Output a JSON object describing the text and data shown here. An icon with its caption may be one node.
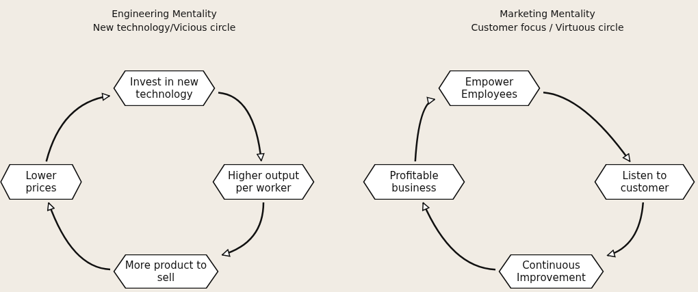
{
  "diagram": {
    "nodes": [
      {
        "text": [
          "Invest in new technology"
        ]
      },
      {
        "text": [
          "Higher output per worker"
        ]
      },
      {
        "text": [
          "More product to sell"
        ]
      },
      {
        "text": [
          "Lower prices"
        ]
      },
      {
        "text": [
          "Empower Employees"
        ]
      },
      {
        "text": [
          "Listen to customer"
        ]
      },
      {
        "text": [
          "Continuous Improvement"
        ]
      },
      {
        "text": [
          "Profitable business"
        ]
      }
    ],
    "edges": [
      {
        "from": 0,
        "to": 1,
        "arrow": "to"
      },
      {
        "from": 1,
        "to": 2,
        "arrow": "to"
      },
      {
        "from": 2,
        "to": 3,
        "arrow": "to"
      },
      {
        "from": 3,
        "to": 0,
        "arrow": "to"
      },
      {
        "from": 4,
        "to": 5,
        "arrow": "to"
      },
      {
        "from": 5,
        "to": 6,
        "arrow": "to"
      },
      {
        "from": 6,
        "to": 7,
        "arrow": "to"
      },
      {
        "from": 7,
        "to": 4,
        "arrow": "to"
      }
    ],
    "labels": [
      "Engineering Mentality",
      "New technology/Vicious circle",
      "Marketing Mentality",
      "Customer focus / Virtuous circle"
    ]
  }
}
